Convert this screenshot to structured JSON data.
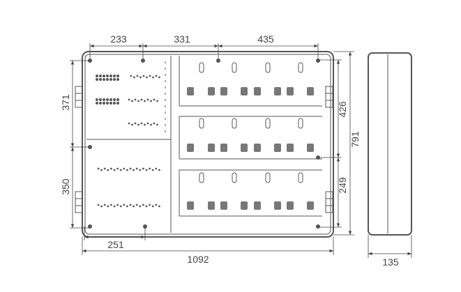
{
  "dimensions": {
    "top_left_width": "233",
    "top_middle_width": "331",
    "top_right_width": "435",
    "left_upper_height": "371",
    "left_lower_height": "350",
    "right_upper_height": "426",
    "total_height": "791",
    "right_lower_height": "249",
    "bottom_left_width": "251",
    "total_width": "1092",
    "depth": "135"
  },
  "colors": {
    "line": "#555555",
    "background": "#ffffff"
  }
}
